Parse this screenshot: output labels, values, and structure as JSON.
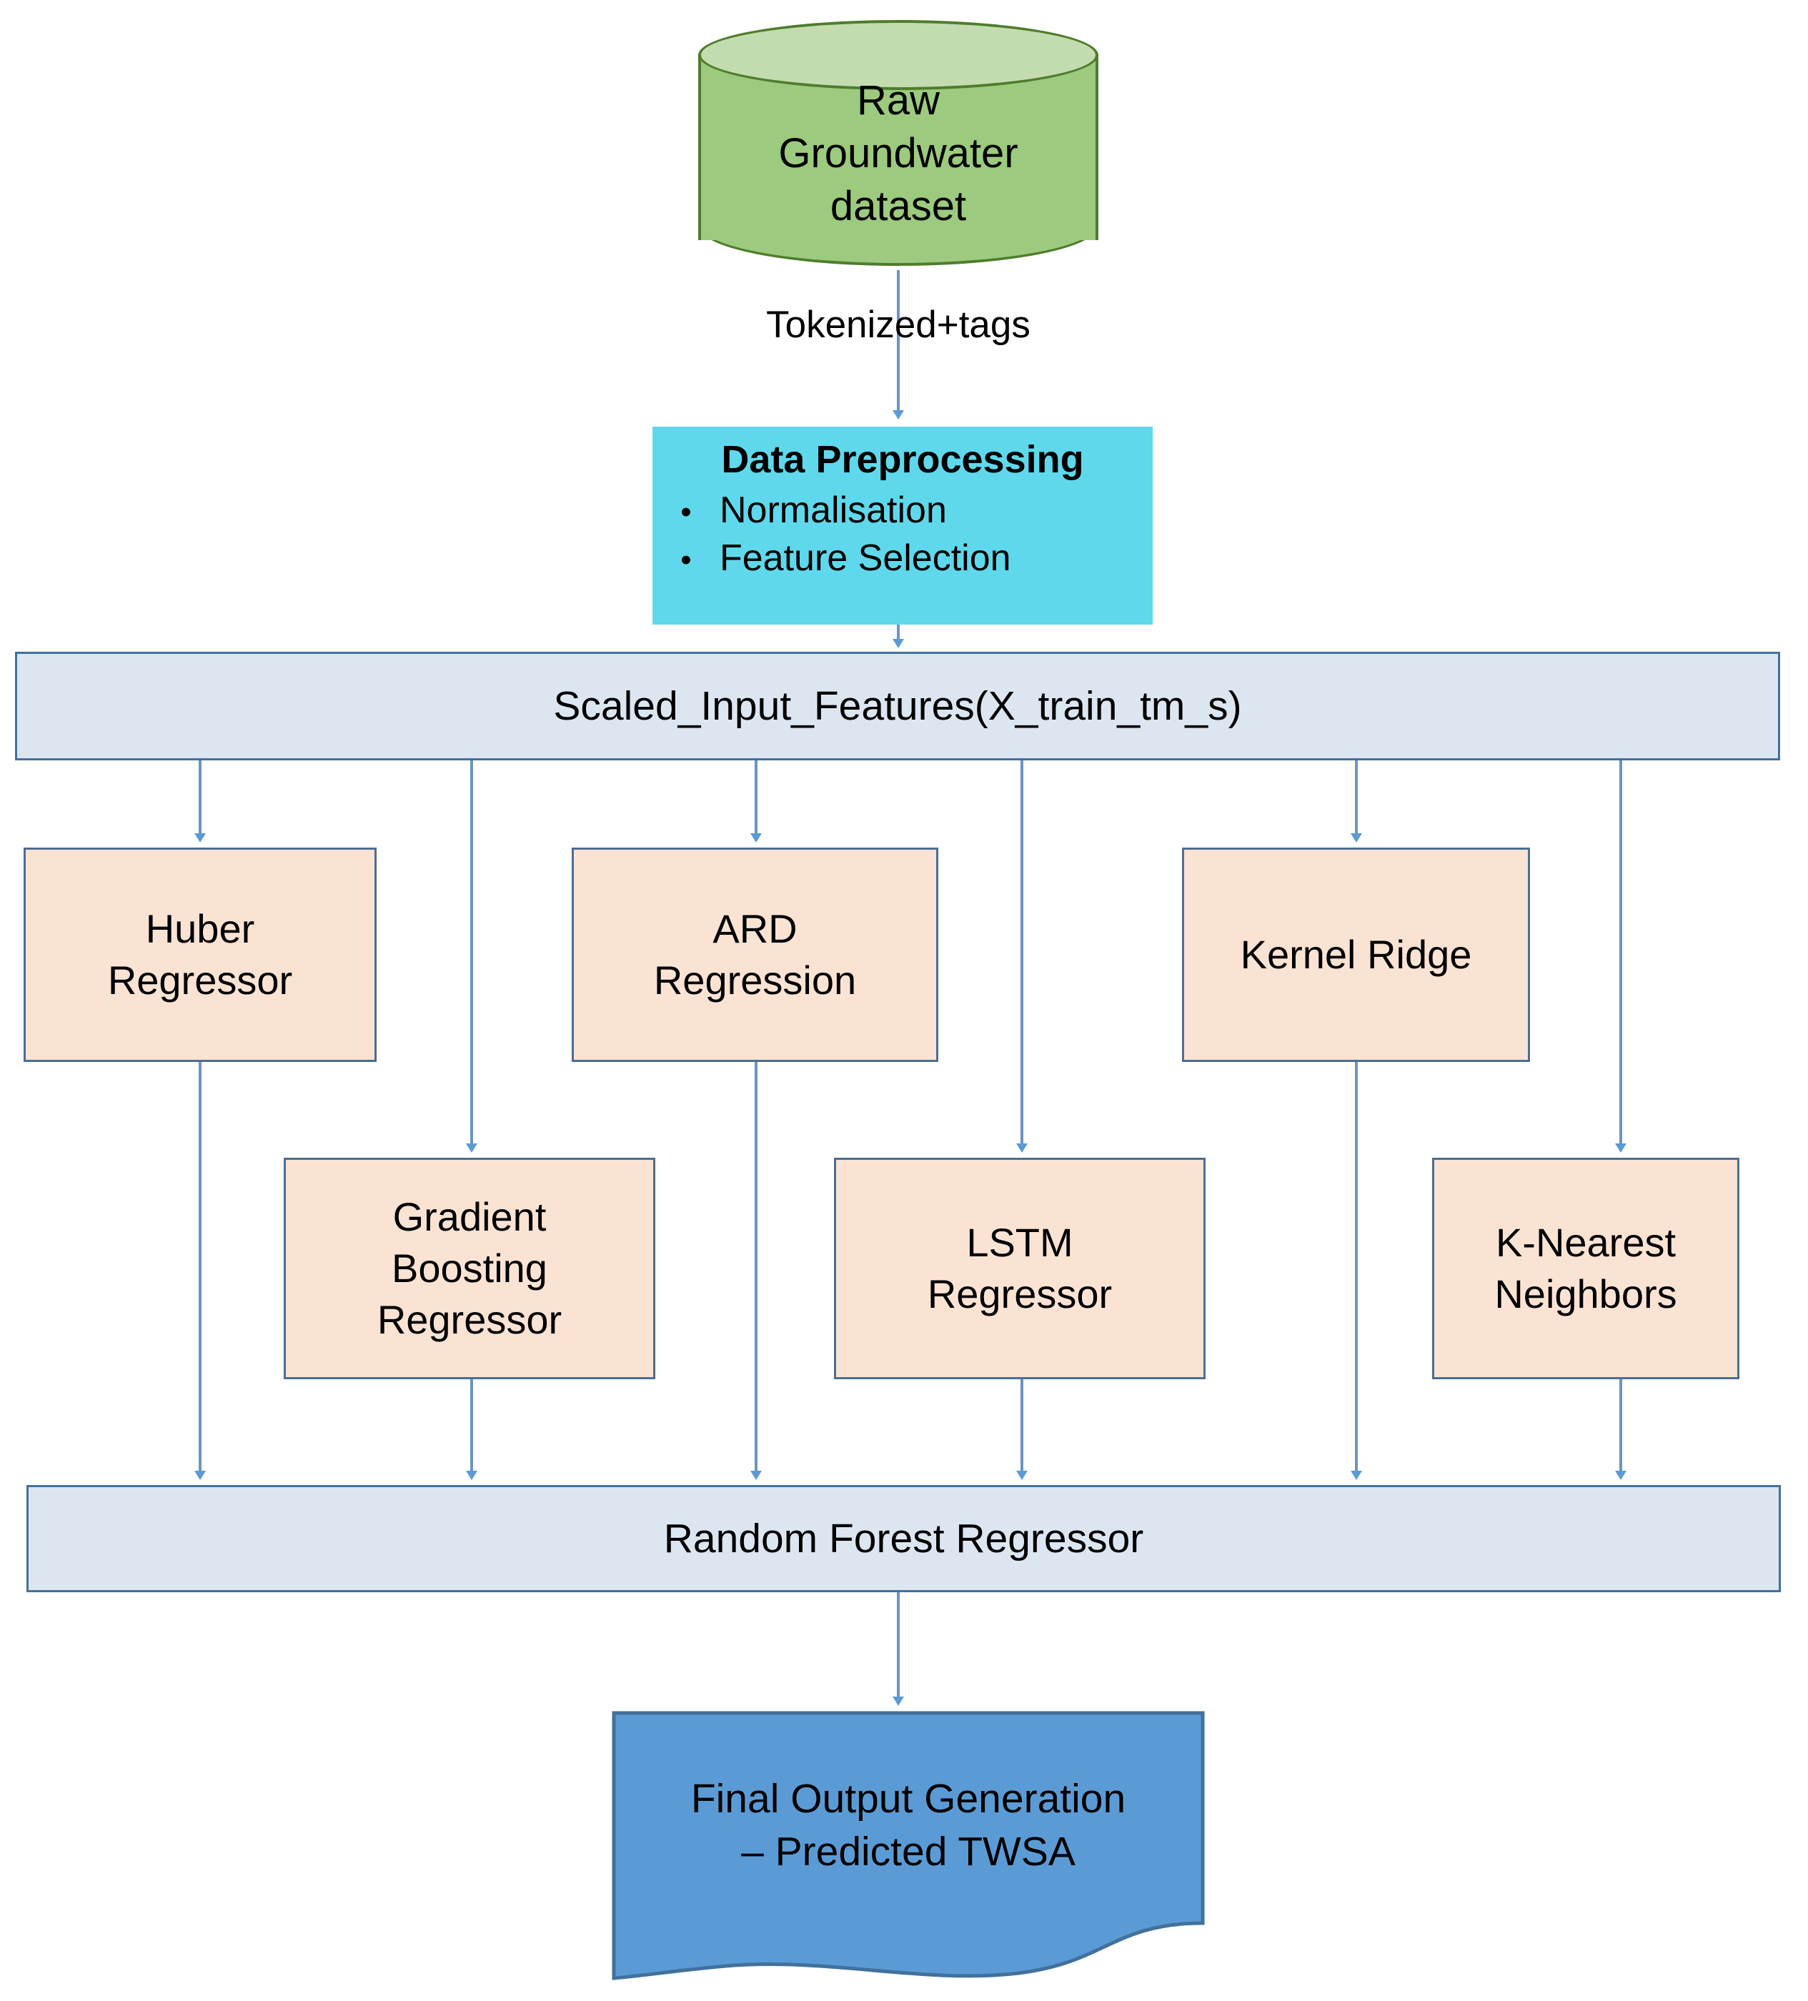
{
  "diagram": {
    "title": "Groundwater TWSA prediction pipeline flowchart",
    "colors": {
      "cylinder_fill": "#9CCA7E",
      "cylinder_top_fill": "#C3DCAF",
      "cylinder_border": "#4F7D2C",
      "preprocess_fill": "#5FD8EC",
      "bar_fill": "#DCE6F1",
      "bar_border": "#41719C",
      "model_fill": "#FBE3D4",
      "model_border": "#4C6E8F",
      "final_fill": "#5B9BD5",
      "final_border": "#41719C",
      "connector": "#6C95BF",
      "arrowhead": "#5B9BD5"
    },
    "nodes": {
      "data_source": {
        "label": "Raw\nGroundwater\ndataset",
        "shape": "cylinder"
      },
      "edge_tokenized": {
        "label": "Tokenized+tags"
      },
      "preprocessing": {
        "title": "Data Preprocessing",
        "bullet": "•",
        "items": [
          "Normalisation",
          "Feature Selection"
        ],
        "shape": "rectangle"
      },
      "scaled_features": {
        "label": "Scaled_Input_Features(X_train_tm_s)",
        "shape": "bar"
      },
      "random_forest": {
        "label": "Random Forest Regressor",
        "shape": "bar"
      },
      "final_output": {
        "label": "Final Output Generation\n– Predicted TWSA",
        "shape": "document"
      }
    },
    "models_row_one": [
      {
        "label": "Huber\nRegressor"
      },
      {
        "label": "ARD\nRegression"
      },
      {
        "label": "Kernel Ridge"
      }
    ],
    "models_row_two": [
      {
        "label": "Gradient\nBoosting\nRegressor"
      },
      {
        "label": "LSTM\nRegressor"
      },
      {
        "label": "K-Nearest\nNeighbors"
      }
    ]
  }
}
